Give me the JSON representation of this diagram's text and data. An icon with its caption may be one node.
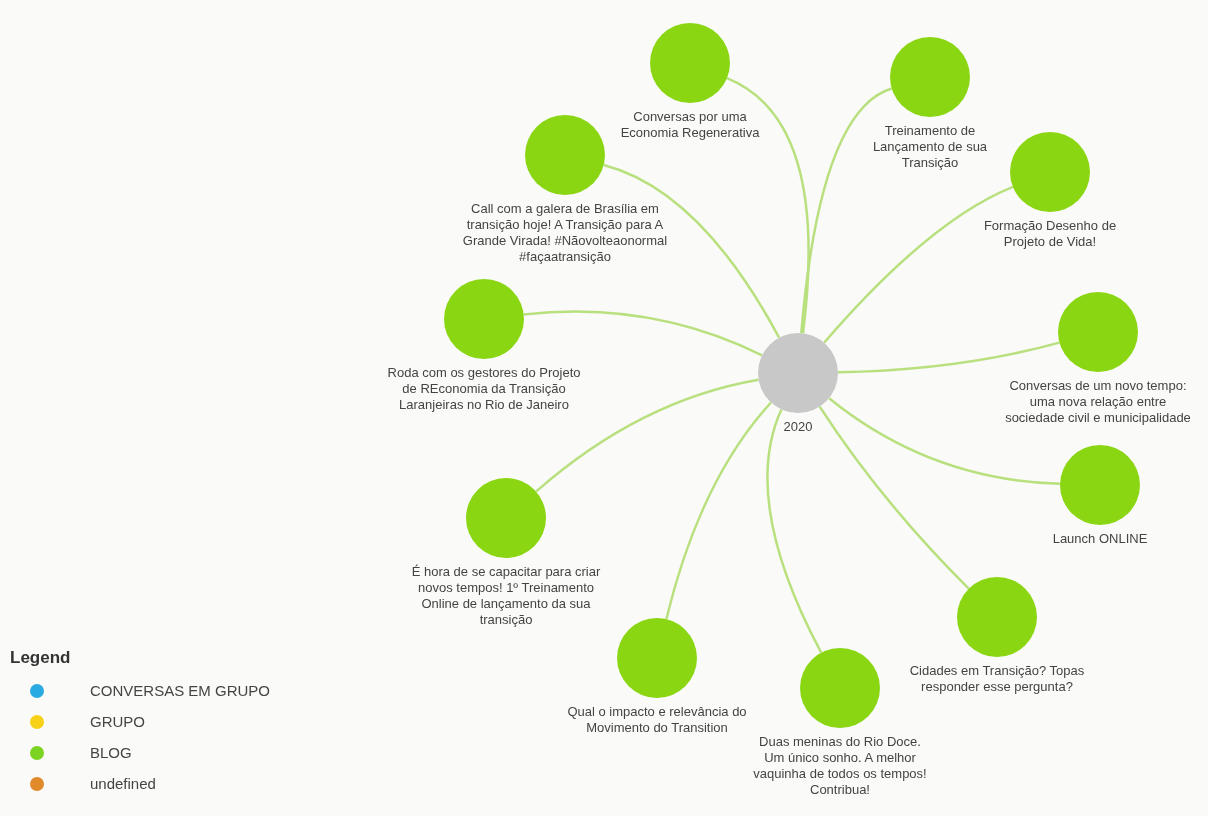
{
  "diagram": {
    "nodes": [
      {
        "text": [
          "Conversas por uma Economia Regenerativa"
        ]
      },
      {
        "text": [
          "Treinamento de Lançamento de sua Transição"
        ]
      },
      {
        "text": [
          "Call com a galera de Brasília em transição hoje! A Transição para A Grande Virada! #Nãovolteaonormal #façaatransição"
        ]
      },
      {
        "text": [
          "Formação Desenho de Projeto de Vida!"
        ]
      },
      {
        "text": [
          "Roda com os gestores do Projeto de REconomia da Transição Laranjeiras no Rio de Janeiro"
        ]
      },
      {
        "text": [
          "2020"
        ]
      },
      {
        "text": [
          "Conversas de um novo tempo: uma nova relação entre sociedade civil e municipalidade"
        ]
      },
      {
        "text": [
          "Launch ONLINE"
        ]
      },
      {
        "text": [
          "É hora de se capacitar para criar novos tempos! 1º Treinamento Online de lançamento da sua transição"
        ]
      },
      {
        "text": [
          "Cidades em Transição? Topas responder esse pergunta?"
        ]
      },
      {
        "text": [
          "Qual o impacto e relevância do Movimento do Transition"
        ]
      },
      {
        "text": [
          "Duas meninas do Rio Doce. Um único sonho. A melhor vaquinha de todos os tempos! Contribua!"
        ]
      }
    ],
    "edges": [
      {
        "from": 5,
        "to": 0,
        "arrow": "none"
      },
      {
        "from": 5,
        "to": 1,
        "arrow": "none"
      },
      {
        "from": 5,
        "to": 2,
        "arrow": "none"
      },
      {
        "from": 5,
        "to": 3,
        "arrow": "none"
      },
      {
        "from": 5,
        "to": 4,
        "arrow": "none"
      },
      {
        "from": 5,
        "to": 6,
        "arrow": "none"
      },
      {
        "from": 5,
        "to": 7,
        "arrow": "none"
      },
      {
        "from": 5,
        "to": 8,
        "arrow": "none"
      },
      {
        "from": 5,
        "to": 9,
        "arrow": "none"
      },
      {
        "from": 5,
        "to": 10,
        "arrow": "none"
      },
      {
        "from": 5,
        "to": 11,
        "arrow": "none"
      }
    ],
    "labels": [
      "Legend"
    ],
    "legend": [
      {
        "text": "CONVERSAS EM GRUPO",
        "color": "#29abe2"
      },
      {
        "text": "GRUPO",
        "color": "#f7d117"
      },
      {
        "text": "BLOG",
        "color": "#7dd321"
      },
      {
        "text": "undefined",
        "color": "#e08a2b"
      }
    ]
  }
}
